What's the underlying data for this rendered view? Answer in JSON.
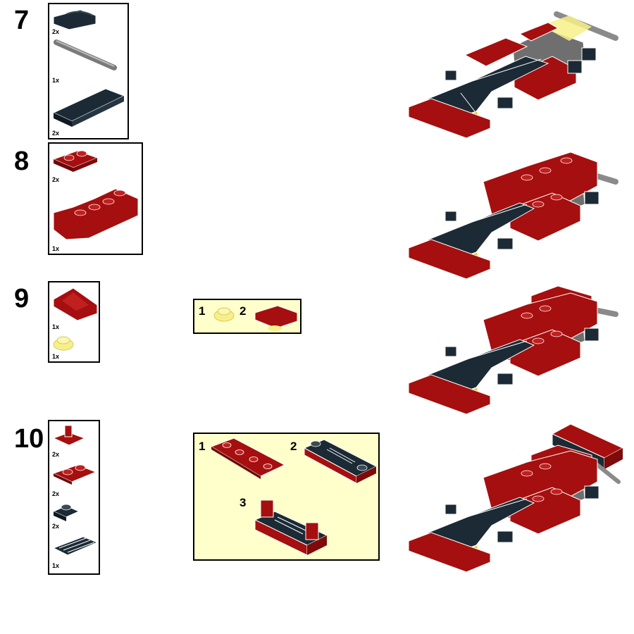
{
  "steps": [
    {
      "number": "7",
      "parts": [
        {
          "part": "dark-bluish-slope-curved-1x2",
          "qty": "2x"
        },
        {
          "part": "gray-bar",
          "qty": "1x"
        },
        {
          "part": "dark-bluish-tile-1x6",
          "qty": "2x"
        }
      ]
    },
    {
      "number": "8",
      "parts": [
        {
          "part": "red-plate-1x2",
          "qty": "2x"
        },
        {
          "part": "red-wing-assembly",
          "qty": "1x"
        }
      ]
    },
    {
      "number": "9",
      "parts": [
        {
          "part": "red-slope-wedge",
          "qty": "1x"
        },
        {
          "part": "trans-yellow-round-plate-1x1",
          "qty": "1x"
        }
      ],
      "subassembly": [
        "1",
        "2"
      ]
    },
    {
      "number": "10",
      "parts": [
        {
          "part": "red-plate-with-clip",
          "qty": "2x"
        },
        {
          "part": "red-plate-1x2",
          "qty": "2x"
        },
        {
          "part": "dark-bluish-plate-1x1-with-stud",
          "qty": "2x"
        },
        {
          "part": "dark-bluish-grille-tile",
          "qty": "1x"
        }
      ],
      "subassembly": [
        "1",
        "2",
        "3"
      ]
    }
  ],
  "colors": {
    "red": "#a50f0f",
    "dark_red": "#6e0808",
    "navy": "#1b2a35",
    "gray": "#8a8a8a",
    "yellow": "#f5c518",
    "trans_yellow": "#f7f08a",
    "callout_bg": "#ffffcc"
  }
}
